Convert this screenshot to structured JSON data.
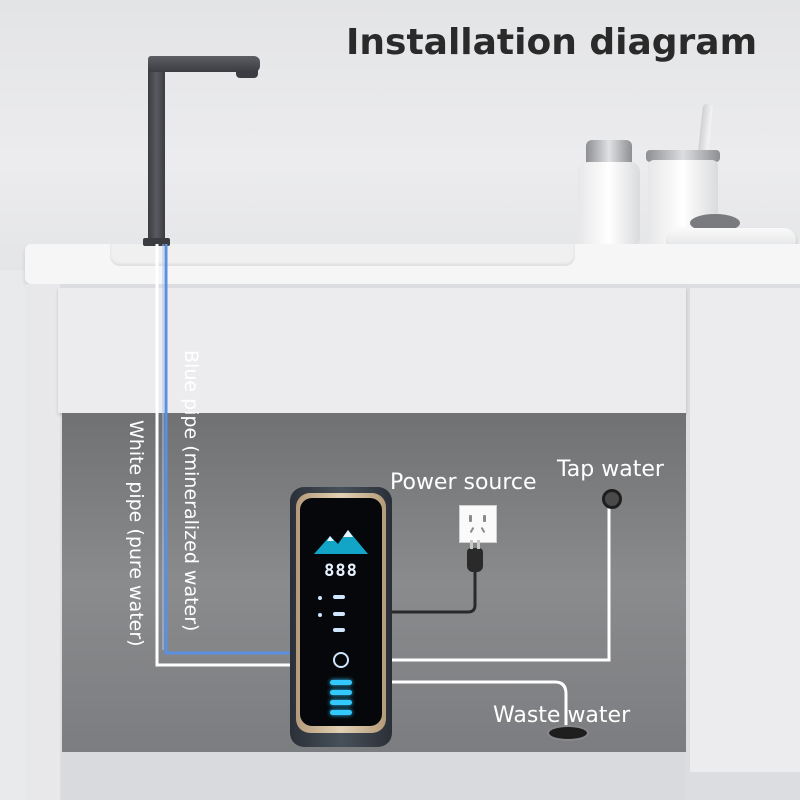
{
  "title": "Installation diagram",
  "labels": {
    "blue_pipe": "Blue pipe (mineralized water)",
    "white_pipe": "White pipe (pure water)",
    "power_source": "Power source",
    "tap_water": "Tap water",
    "waste_water": "Waste water"
  },
  "purifier_display": "888",
  "colors": {
    "blue_pipe": "#5b8fe0",
    "white_pipe": "#ffffff",
    "power_cable": "#2a2a2a"
  },
  "icons": [
    "faucet-icon",
    "mountain-logo-icon",
    "power-outlet-icon",
    "plug-icon",
    "tap-valve-icon",
    "drain-icon"
  ]
}
